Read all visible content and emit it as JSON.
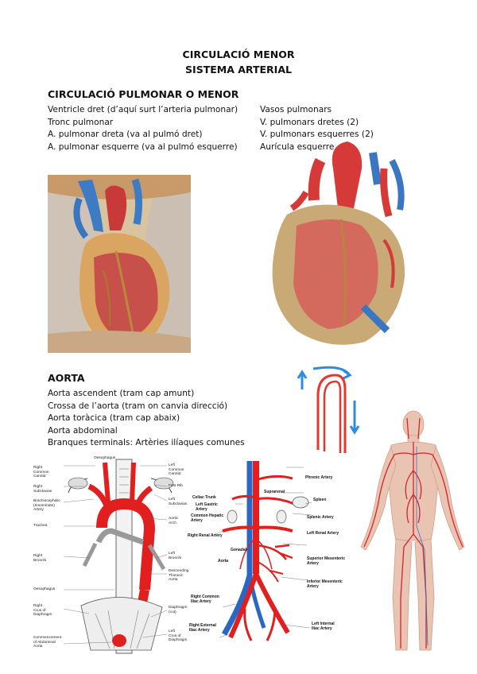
{
  "header": {
    "title_line1": "CIRCULACIÓ MENOR",
    "title_line2": "SISTEMA ARTERIAL"
  },
  "pulmonary_section": {
    "heading": "CIRCULACIÓ PULMONAR O MENOR",
    "left_column": [
      "Ventricle dret (d’aquí surt l’arteria pulmonar)",
      "Tronc pulmonar",
      "A. pulmonar dreta (va al pulmó dret)",
      "A. pulmonar esquerre (va al pulmó esquerre)"
    ],
    "right_column": [
      "Vasos pulmonars",
      "V. pulmonars dretes (2)",
      "V. pulmonars esquerres (2)",
      "Aurícula esquerre"
    ]
  },
  "aorta_section": {
    "heading": "AORTA",
    "items": [
      "Aorta ascendent (tram cap amunt)",
      "Crossa de l’aorta  (tram on canvia direcció)",
      "Aorta toràcica (tram cap abaix)",
      "Aorta abdominal",
      "Branques terminals: Artèries ilíaques comunes"
    ]
  },
  "thoracic_diagram": {
    "labels": {
      "oesophagus": "Oesophagus",
      "right_common_carotid": "Right\nCommon\nCarotid",
      "right_subclavian": "Right\nSubclavian",
      "brachiocephalic": "Brachiocephalic\n(Innominate)\nArtery",
      "trachea": "Trachea",
      "right_bronchi": "Right\nBronchi",
      "oesophagus_lower": "Oesophagus",
      "right_crus": "Right\nCrus of\nDiaphragm",
      "commencement": "Commencement\nof Abdominal\nAorta",
      "left_common_carotid": "Left\nCommon\nCarotid",
      "first_rib": "First Rib",
      "left_subclavian": "Left\nSubclavian",
      "aortic_arch": "Aortic\nArch",
      "left_bronchi": "Left\nBronchi",
      "descending_thoracic": "Descending\nThoracic\nAorta",
      "diaphragm": "Diaphragm\n(cut)",
      "left_crus": "Left\nCrus of\nDiaphragm"
    }
  },
  "abdominal_diagram": {
    "labels": {
      "phrenic": "Phrenic Artery",
      "celiac": "Celiac Trunk",
      "left_gastric": "Left Gastric\nArtery",
      "common_hepatic": "Common Hepatic\nArtery",
      "suprarenal": "Suprarenal",
      "spleen": "Spleen",
      "splenic": "Splenic Artery",
      "right_renal": "Right Renal Artery",
      "left_renal": "Left Renal Artery",
      "gonadal": "Gonadal",
      "aorta": "Aorta",
      "superior_mesenteric": "Superior Mesenteric\nArtery",
      "inferior_mesenteric": "Inferior Mesenteric\nArtery",
      "right_common_iliac": "Right Common\nIliac Artery",
      "right_external_iliac": "Right External\nIliac Artery",
      "left_internal_iliac": "Left Internal\nIliac Artery"
    }
  },
  "colors": {
    "artery": "#e21f1f",
    "vein": "#2a6fc9",
    "annotation_red": "#e8352e",
    "annotation_blue": "#2f8be0"
  }
}
